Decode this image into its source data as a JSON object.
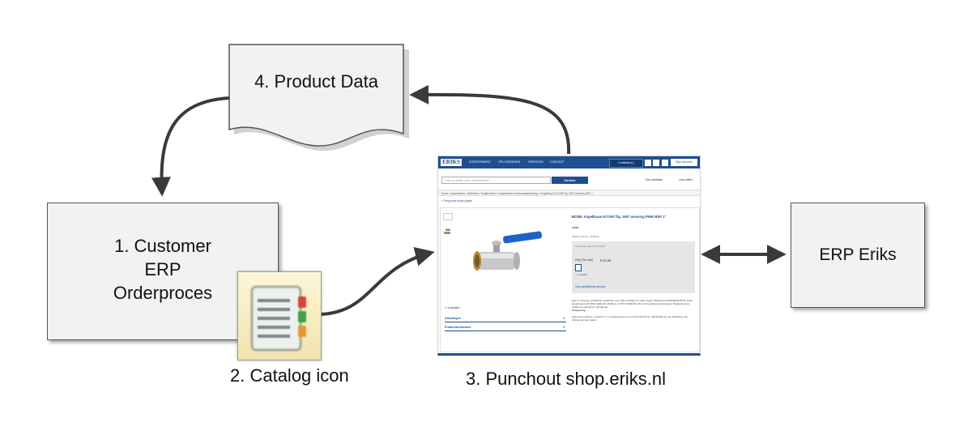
{
  "nodes": {
    "product_data": "4. Product Data",
    "customer_erp": [
      "1. Customer",
      "ERP",
      "Orderproces"
    ],
    "catalog_icon": "2. Catalog icon",
    "punchout": "3. Punchout  shop.eriks.nl",
    "erp_eriks": "ERP Eriks"
  },
  "shop": {
    "logo": "ERIKS",
    "nav": [
      "ASSORTIMENT",
      "OPLOSSINGEN",
      "SERVICES",
      "CONTACT"
    ],
    "cart": "0 artikel(en) |",
    "account": "Mijn account",
    "search_placeholder": "Zoek op artikel, merk, artikelnummer",
    "search_button": "Zoeken",
    "quick_order": "Snel bestellen",
    "chat": "Chat offline",
    "breadcrumb": "Home > Assortiment > Afsluiters > Kogelkranen > Kogelkranen met draadaansluiting > Kogelkraan ECON® fig. 1607 Messing BSP >",
    "back_link": "< Terug naar vorige pagina",
    "product_brand_prefix": "ECON",
    "product_title": "Kogelkraan ECON® fig. 1607 messing PN50 BSP 1\"",
    "brand_logo": "econ",
    "article_nr": "ERIKS artikelnr. 1249016",
    "delivery": "Leverbaar vanaf 11-07-2017",
    "price_label": "Prijs (Per stuk)",
    "price": "€ 27,20",
    "compare_check": "☐ Vergelijk",
    "alt_product": "Toon gerelateerde product",
    "description": "Econ® messing vernikkelde kogelkraan met volle doorlaat en zwarte kogel. Drukklasse PN50/30/40/25/16. Deze kogelkraan heeft BSP (NEN-EN 10226-1) of NPT (ASME B1.20.1) binnendraad aansluitingen. Bediening door middel van aluminium handgreep.",
    "toepassing_label": "Toepassing",
    "toepassing": "Algemene industrie, perslucht, cv en watersystemen tot maximaal 50 bar, afhankelijk van de drukklasse. De drukt­emperatuur faktor.",
    "compare_link": "Vergelijken",
    "accordion": [
      "Afmetingen",
      "Productkenmerken"
    ]
  },
  "colors": {
    "eriks_blue": "#1d4f91",
    "box_fill": "#f2f2f2",
    "arrow": "#3a3a3a"
  }
}
